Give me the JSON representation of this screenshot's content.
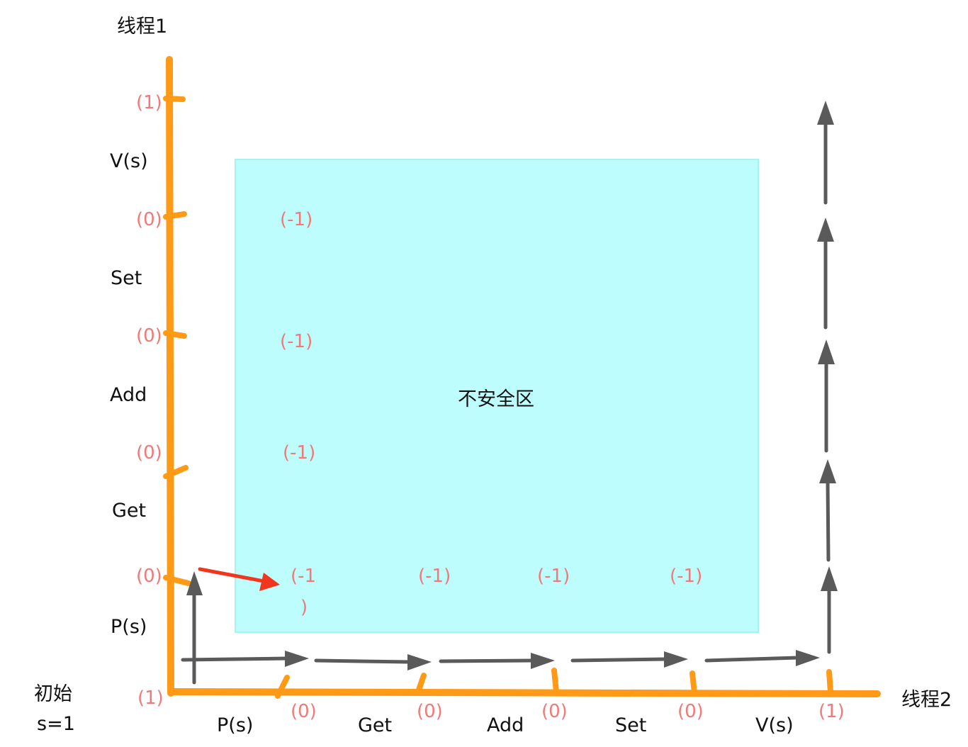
{
  "thread1_label": "线程1",
  "thread2_label": "线程2",
  "origin_label_line1": "初始",
  "origin_label_line2": "s=1",
  "unsafe_zone_label": "不安全区",
  "colors": {
    "axis": "#ff9a17",
    "unsafe_zone_fill": "#bdfdfd",
    "arrow": "#5a5a5a",
    "red_arrow": "#f2361d",
    "value_text": "#f07a7a"
  },
  "y_axis": {
    "ops": [
      "P(s)",
      "Get",
      "Add",
      "Set",
      "V(s)"
    ],
    "values": [
      "(1)",
      "(0)",
      "(0)",
      "(0)",
      "(0)",
      "(1)"
    ]
  },
  "x_axis": {
    "ops": [
      "P(s)",
      "Get",
      "Add",
      "Set",
      "V(s)"
    ],
    "values": [
      "(1)",
      "(0)",
      "(0)",
      "(0)",
      "(0)",
      "(1)"
    ]
  },
  "zone_values": {
    "column1": [
      "(-1)",
      "(-1)",
      "(-1)",
      "(-1"
    ],
    "column1_wrap": ")",
    "bottom_row": [
      "(-1)",
      "(-1)",
      "(-1)"
    ]
  }
}
